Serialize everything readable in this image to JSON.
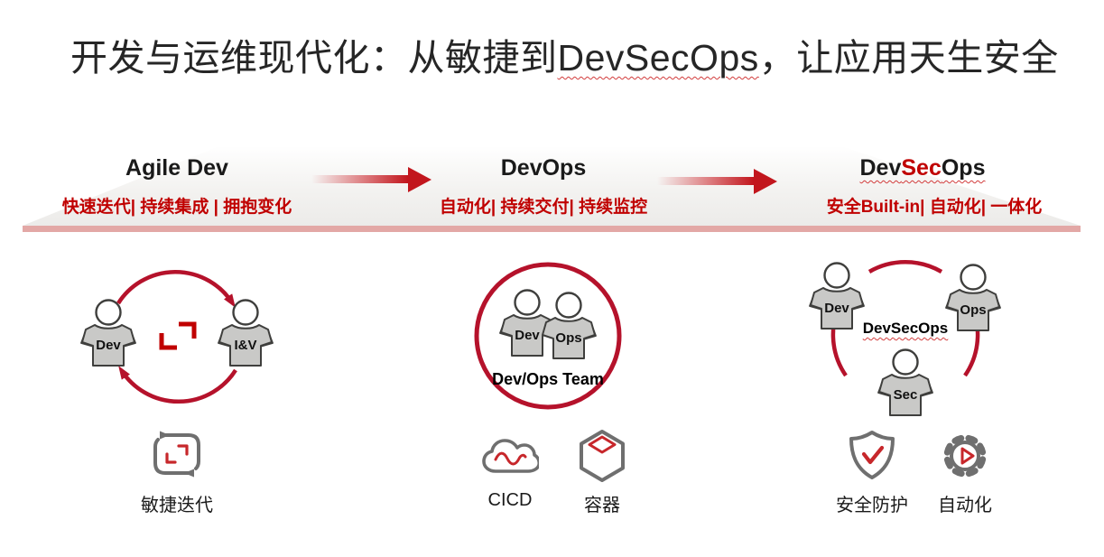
{
  "title": {
    "pre": "开发与运维现代化：从敏捷到",
    "highlight": "DevSecOps",
    "post": "，让应用天生安全"
  },
  "stages": [
    {
      "title": "Agile Dev",
      "subtitle": "快速迭代| 持续集成 | 拥抱变化",
      "persons": [
        "Dev",
        "I&V"
      ],
      "caption": "敏捷迭代"
    },
    {
      "title": "DevOps",
      "subtitle": "自动化| 持续交付| 持续监控",
      "persons": [
        "Dev",
        "Ops"
      ],
      "team_label": "Dev/Ops Team",
      "icons": [
        {
          "name": "cicd-cloud",
          "label": "CICD"
        },
        {
          "name": "container-hexagon",
          "label": "容器"
        }
      ]
    },
    {
      "title_parts": {
        "dev": "Dev",
        "sec": "Sec",
        "ops": "Ops"
      },
      "subtitle": "安全Built-in| 自动化| 一体化",
      "persons": [
        "Dev",
        "Ops",
        "Sec"
      ],
      "center_label": "DevSecOps",
      "icons": [
        {
          "name": "security-shield",
          "label": "安全防护"
        },
        {
          "name": "automation-gear",
          "label": "自动化"
        }
      ]
    }
  ],
  "colors": {
    "accent_red": "#c00000",
    "crimson": "#b5122b",
    "salmon_line": "#e3a8a6",
    "icon_gray": "#6f6f6f",
    "title_text": "#262626"
  }
}
